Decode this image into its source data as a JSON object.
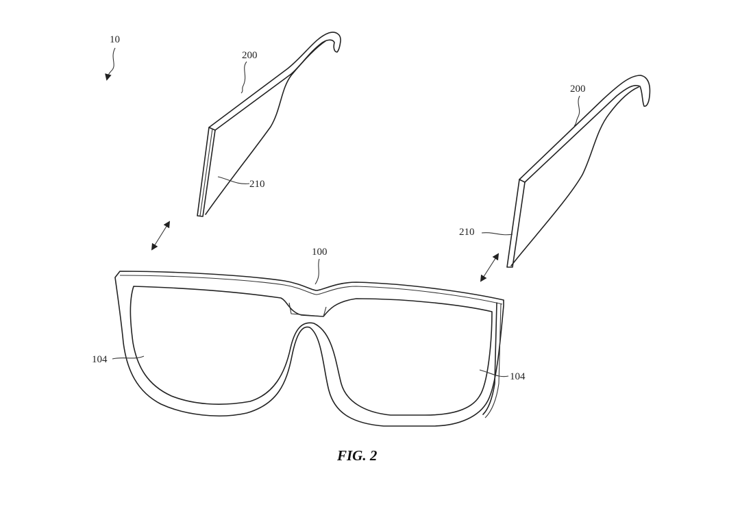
{
  "figure": {
    "caption": "FIG. 2",
    "labels": {
      "device": "10",
      "temple_left": "200",
      "temple_right": "200",
      "connector_left": "210",
      "connector_right": "210",
      "frame": "100",
      "lens_left": "104",
      "lens_right": "104"
    },
    "line_color": "#222222",
    "background": "#ffffff"
  }
}
